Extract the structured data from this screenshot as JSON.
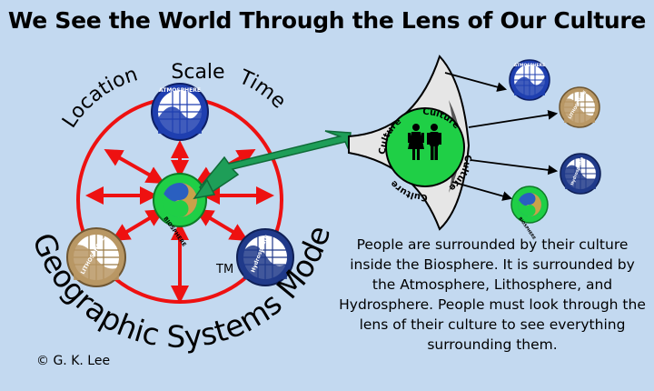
{
  "title": "We See the World Through the Lens of Our Culture",
  "labels": {
    "location": "Location",
    "scale": "Scale",
    "time": "Time",
    "model": "Geographic Systems Model",
    "trademark": "TM"
  },
  "spheres": {
    "atmosphere": "ATMOSPHERE",
    "lithosphere": "LITHOSPHERE",
    "hydrosphere": "Hydrosphere",
    "biosphere": "BIOSPHERE"
  },
  "culture": {
    "word": "Culture"
  },
  "description": "People are surrounded by their culture inside the Biosphere.  It is surrounded by the Atmosphere, Lithosphere, and Hydrosphere.  People must look through the lens of their culture to see everything surrounding them.",
  "copyright": "© G. K. Lee",
  "colors": {
    "background": "#c3d9f0",
    "atmosphere": "#1f3fb0",
    "lithosphere": "#b89764",
    "hydrosphere": "#203a8a",
    "biosphere": "#1fcf46",
    "arrows": "#ee1111",
    "pointer": "#1e9e58"
  }
}
